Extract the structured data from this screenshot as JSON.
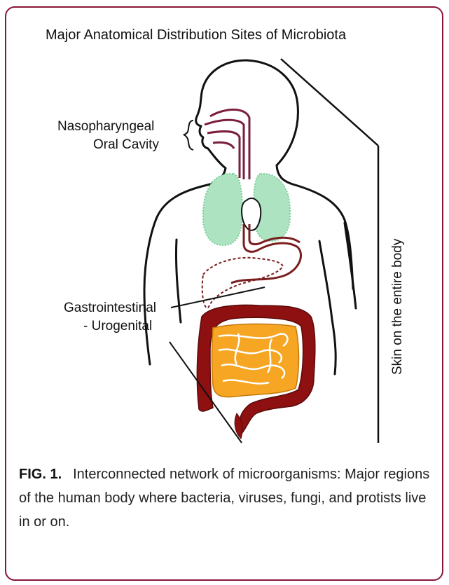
{
  "figure": {
    "title": "Major Anatomical Distribution Sites of Microbiota",
    "labels": {
      "nasopharyngeal": "Nasopharyngeal",
      "oral_cavity": "Oral Cavity",
      "gastrointestinal": "Gastrointestinal",
      "urogenital": "- Urogenital",
      "skin": "Skin on the entire body"
    }
  },
  "caption": {
    "number": "FIG. 1.",
    "text": "Interconnected network of microorganisms: Major regions of the human body where bacteria, viruses, fungi, and protists live in or on."
  },
  "colors": {
    "frame": "#8a1538",
    "esophagus": "#7a1e3c",
    "lungs": "#9fd9b4",
    "large_intestine": "#8e1010",
    "small_intestine": "#f6a623",
    "stomach": "#7a1e1e"
  }
}
